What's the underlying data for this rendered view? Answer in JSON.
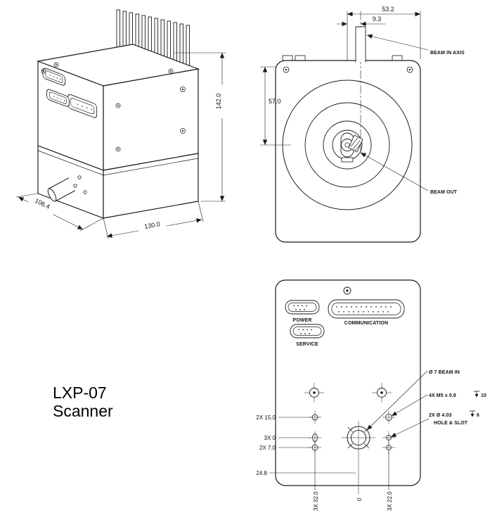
{
  "product": {
    "name_line1": "LXP-07",
    "name_line2": "Scanner"
  },
  "isometric_view": {
    "dim_height": "142.0",
    "dim_depth": "106.4",
    "dim_width": "130.0"
  },
  "front_view": {
    "dim_beam_offset_total": "53.2",
    "dim_beam_offset": "9.3",
    "dim_center_height": "57.0",
    "label_beam_in_axis": "BEAM IN AXIS",
    "label_beam_out": "BEAM OUT"
  },
  "rear_view": {
    "connector_power": "POWER",
    "connector_service": "SERVICE",
    "connector_communication": "COMMUNICATION",
    "dims_left": [
      "2X  15.0",
      "3X  0",
      "2X  7.0",
      "24.8"
    ],
    "dims_bottom": [
      "3X  32.0",
      "0",
      "3X  22.0"
    ],
    "ann_beam_in": "Ø 7  BEAM IN",
    "ann_thread": "4X M5 x 0.8",
    "ann_thread_depth": "10",
    "ann_holes": "2X  Ø  4.03",
    "ann_holes_depth": "6",
    "ann_holes_note": "HOLE & SLOT"
  },
  "colors": {
    "ink": "#1a1a1a",
    "background": "#ffffff"
  }
}
